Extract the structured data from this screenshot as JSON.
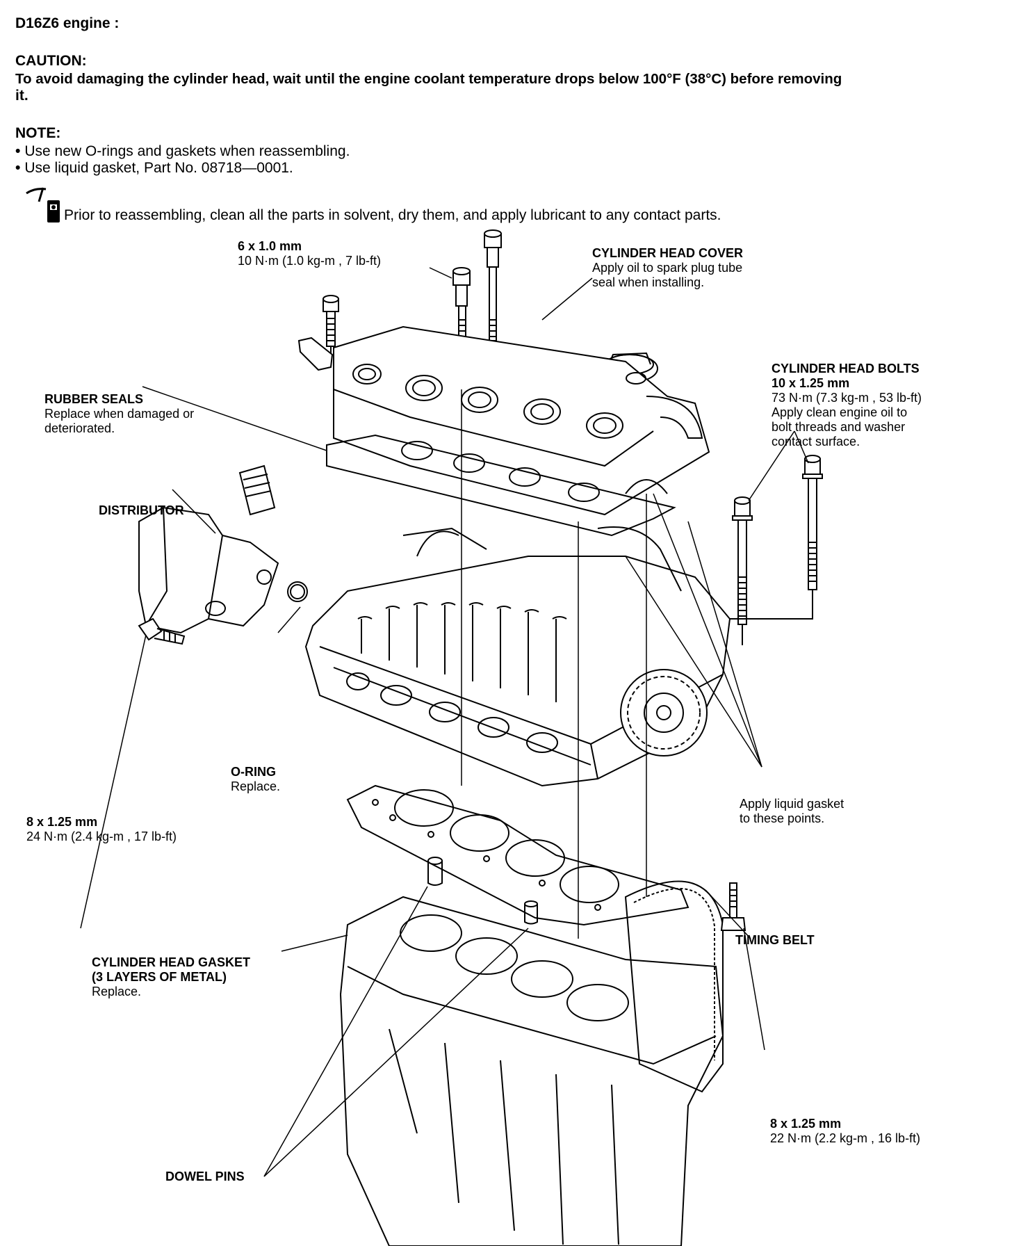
{
  "header": {
    "engine": "D16Z6 engine :",
    "caution_title": "CAUTION:",
    "caution_line1": "To avoid damaging the cylinder head, wait until the engine coolant temperature drops below 100°F (38°C) before removing",
    "caution_line2": "it.",
    "note_title": "NOTE:",
    "notes": [
      "Use new O-rings and gaskets when reassembling.",
      "Use liquid gasket, Part No. 08718—0001."
    ],
    "lube_icon": "oil-can-icon",
    "lube_text": "Prior to reassembling, clean all the parts in solvent, dry them, and apply lubricant to any contact parts."
  },
  "labels": {
    "cover_bolt": {
      "spec": "6 x 1.0 mm",
      "torque": "10 N·m (1.0  kg-m , 7  lb-ft)"
    },
    "head_cover": {
      "title": "CYLINDER HEAD COVER",
      "line1": "Apply oil to spark plug tube",
      "line2": "seal when installing."
    },
    "head_bolts": {
      "title": "CYLINDER HEAD BOLTS",
      "spec": "10 x 1.25 mm",
      "torque": "73  N·m (7.3  kg-m , 53  lb-ft)",
      "line1": "Apply clean engine oil to",
      "line2": "bolt threads and washer",
      "line3": "contact surface."
    },
    "rubber_seals": {
      "title": "RUBBER SEALS",
      "line1": "Replace when damaged or",
      "line2": "deteriorated."
    },
    "distributor": {
      "title": "DISTRIBUTOR"
    },
    "o_ring": {
      "title": "O-RING",
      "line1": "Replace."
    },
    "dist_bolt": {
      "spec": "8 x 1.25 mm",
      "torque": "24  N·m (2.4  kg-m , 17  lb-ft)"
    },
    "liquid_gasket": {
      "line1": "Apply liquid gasket",
      "line2": "to these points."
    },
    "head_gasket": {
      "title1": "CYLINDER HEAD GASKET",
      "title2": "(3 LAYERS OF METAL)",
      "line1": "Replace."
    },
    "timing_belt": {
      "title": "TIMING BELT"
    },
    "belt_bolt": {
      "spec": "8 x 1.25 mm",
      "torque": "22  N·m (2.2  kg-m , 16  lb-ft)"
    },
    "dowel_pins": {
      "title": "DOWEL PINS"
    }
  }
}
